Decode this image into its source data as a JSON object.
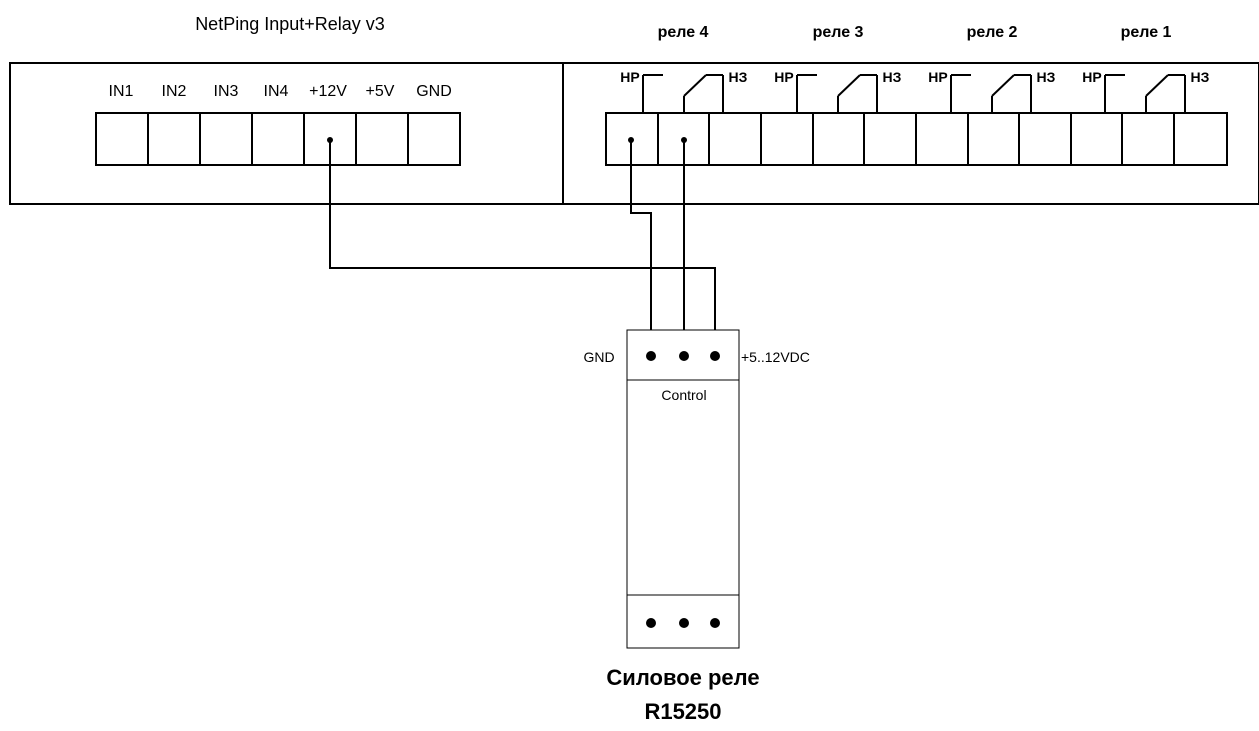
{
  "device_title": "NetPing Input+Relay v3",
  "left_terminals": [
    "IN1",
    "IN2",
    "IN3",
    "IN4",
    "+12V",
    "+5V",
    "GND"
  ],
  "relays": [
    {
      "label": "реле 4",
      "no": "НР",
      "nc": "НЗ"
    },
    {
      "label": "реле 3",
      "no": "НР",
      "nc": "НЗ"
    },
    {
      "label": "реле 2",
      "no": "НР",
      "nc": "НЗ"
    },
    {
      "label": "реле 1",
      "no": "НР",
      "nc": "НЗ"
    }
  ],
  "power_relay": {
    "gnd_label": "GND",
    "vdc_label": "+5..12VDC",
    "control_label": "Control",
    "title": "Силовое реле",
    "model": "R15250"
  },
  "colors": {
    "line": "#000000",
    "background": "#ffffff"
  }
}
